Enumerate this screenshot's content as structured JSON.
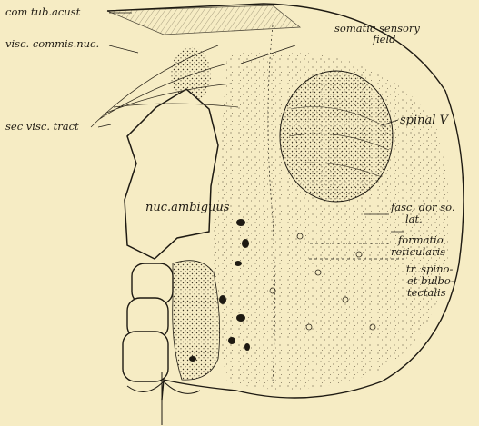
{
  "figure": {
    "background": "#f6ecc4",
    "ink": "#1e1a12",
    "labels": {
      "com_tub_acust": "com tub.acust",
      "visc_commis_nuc": "visc. commis.nuc.",
      "sec_visc_tract": "sec visc. tract",
      "nuc_ambiguus": "nuc.ambiguus",
      "somatic_sensory_field_line1": "somatic sensory",
      "somatic_sensory_field_line2": "field",
      "spinal_v": "spinal V",
      "fasc_dorso_lat_line1": "fasc. dor so.",
      "fasc_dorso_lat_line2": "lat.",
      "formatio_reticularis_line1": "formatio",
      "formatio_reticularis_line2": "reticularis",
      "tr_spino_line1": "tr. spino-",
      "tr_spino_line2": "et bulbo-",
      "tr_spino_line3": "tectalis"
    }
  }
}
